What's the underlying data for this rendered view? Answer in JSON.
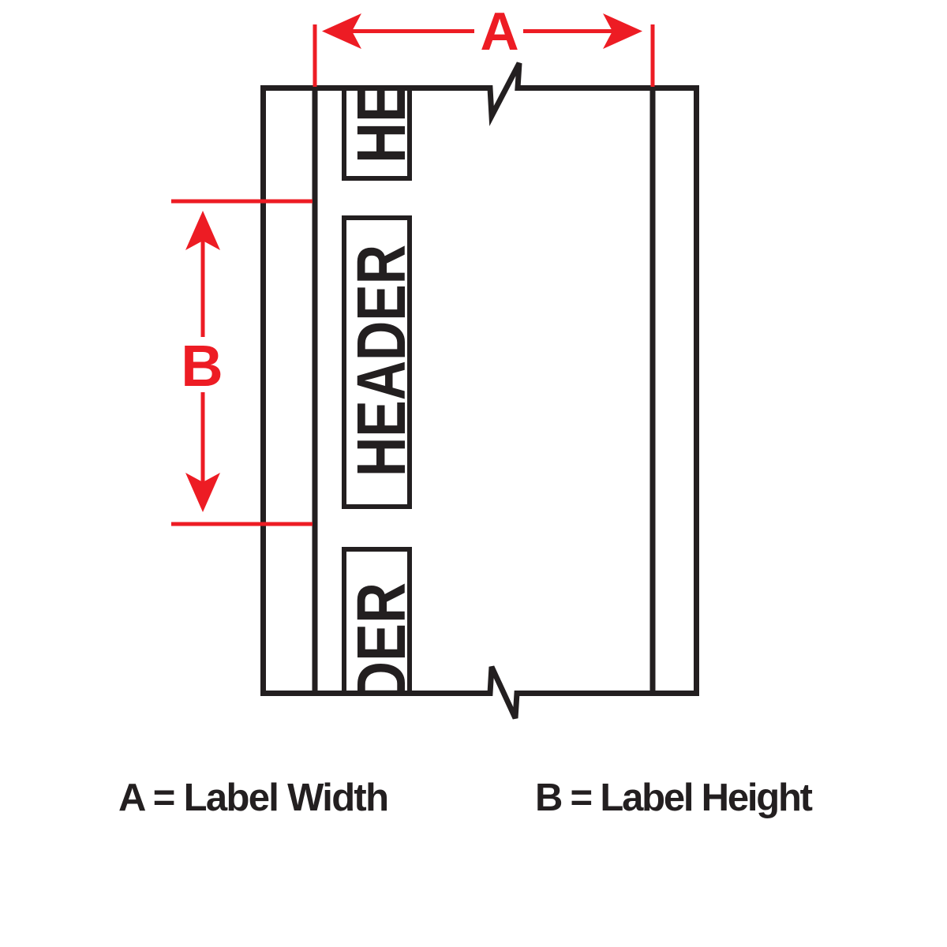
{
  "diagram": {
    "title": "label-dimensions-diagram",
    "label_roll": {
      "header_box_text": "HEADER",
      "header_box_text_top_fragment": "HE",
      "header_box_text_bottom_fragment": "DER"
    },
    "dimensions": {
      "a_letter": "A",
      "b_letter": "B"
    },
    "captions": {
      "a": "A = Label Width",
      "b": "B = Label Height"
    },
    "colors": {
      "accent_red": "#ED1C24",
      "line_black": "#231F20",
      "background": "#FFFFFF"
    }
  }
}
